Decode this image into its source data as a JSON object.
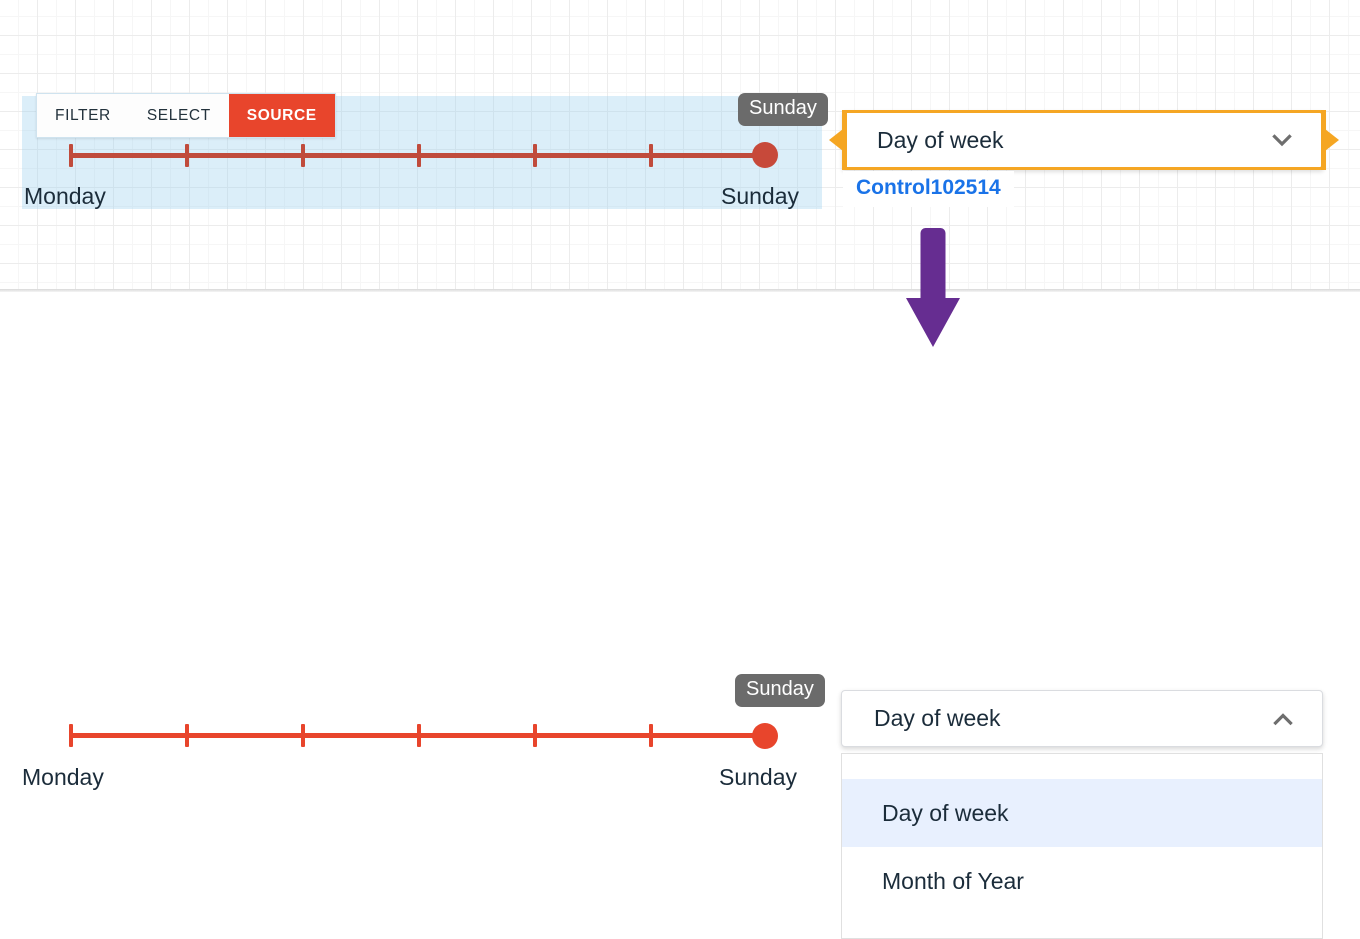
{
  "designer": {
    "toolbar": {
      "buttons": [
        {
          "label": "FILTER",
          "active": false
        },
        {
          "label": "SELECT",
          "active": false
        },
        {
          "label": "SOURCE",
          "active": true
        }
      ]
    },
    "slider": {
      "tooltip_value": "Sunday",
      "min_label": "Monday",
      "max_label": "Sunday",
      "tick_count": 6,
      "thumb_position_percent": 100
    },
    "dropdown": {
      "selected_value": "Day of week",
      "chevron": "chevron-down-icon",
      "selection_color": "#f5a623"
    },
    "control_id": "Control102514"
  },
  "flow": {
    "arrow": "down-arrow-icon",
    "arrow_color": "#662d91"
  },
  "preview": {
    "slider": {
      "tooltip_value": "Sunday",
      "min_label": "Monday",
      "max_label": "Sunday",
      "tick_count": 6,
      "thumb_position_percent": 100,
      "track_color": "#e8452c"
    },
    "dropdown": {
      "selected_value": "Day of week",
      "chevron": "chevron-up-icon",
      "expanded": true,
      "options": [
        {
          "label": "Day of week",
          "selected": true
        },
        {
          "label": "Month of Year",
          "selected": false
        }
      ]
    }
  }
}
